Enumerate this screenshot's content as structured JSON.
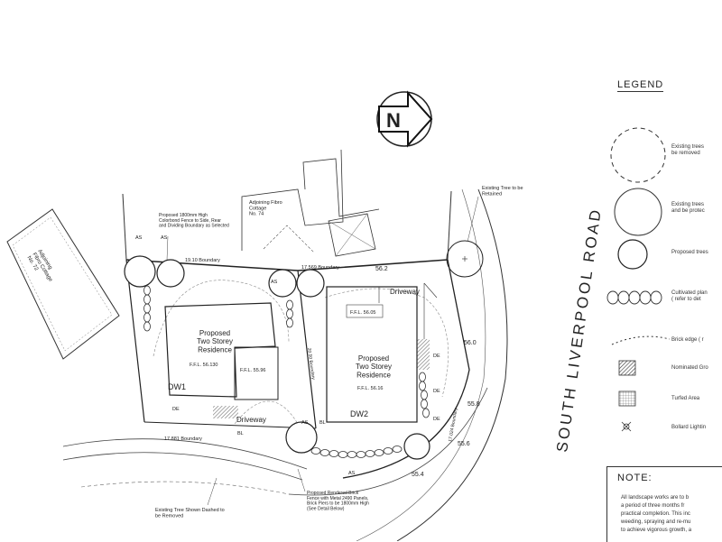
{
  "north_arrow": {
    "label": "N"
  },
  "road": {
    "name": "SOUTH LIVERPOOL ROAD"
  },
  "lots": {
    "left": {
      "title": "Proposed\nTwo Storey\nResidence",
      "ffl": "F.F.L. 56.130",
      "garage_ffl": "F.F.L. 55.96",
      "driveway_code": "DW1",
      "driveway_label": "Driveway"
    },
    "right": {
      "title": "Proposed\nTwo Storey\nResidence",
      "ffl": "F.F.L. 56.16",
      "garage_ffl": "F.F.L. 56.05",
      "driveway_code": "DW2",
      "driveway_label": "Driveway"
    }
  },
  "labels": {
    "adjoining_cottage": "Adjoining Fibro\nCottage\nNo. 74",
    "adjoining_left": "Adjoining\nFibro Cottage\nNo. 72",
    "boundary_top_left": "19.10 Boundary",
    "boundary_top_right": "17.569 Boundary",
    "boundary_bottom": "17.881 Boundary",
    "boundary_mid": "20.50 Boundary",
    "boundary_right": "17.024 Boundary",
    "fence_note": "Proposed 1800mm High\nColorbond Fence to Side, Rear\nand Dividing Boundary as Selected",
    "existing_tree_retained": "Existing Tree to be\nRetained",
    "existing_tree_removed": "Existing Tree Shown Dashed to\nbe Removed",
    "brick_fence_note": "Proposed Rendered Brick\nFence with Metal 2490 Panels,\nBrick Piers to be 1800mm High\n(See Detail Below)",
    "levels": [
      "56.2",
      "56.0",
      "55.8",
      "55.6",
      "55.4"
    ],
    "tree_codes": [
      "AS",
      "AS",
      "AS",
      "AS",
      "AS"
    ],
    "side_codes": [
      "DE",
      "DE",
      "BL",
      "BL",
      "DE",
      "DE"
    ]
  },
  "legend": {
    "title": "LEGEND",
    "items": [
      {
        "label": "Existing trees\nbe removed",
        "icon": "dashed-circle-icon"
      },
      {
        "label": "Existing trees\nand be protec",
        "icon": "circle-icon"
      },
      {
        "label": "Proposed trees",
        "icon": "shaded-circle-icon"
      },
      {
        "label": "Cultivated plan\n( refer to det",
        "icon": "shrub-row-icon"
      },
      {
        "label": "Brick edge ( r",
        "icon": "dashed-arc-icon"
      },
      {
        "label": "Nominated Gro",
        "icon": "hatched-square-icon"
      },
      {
        "label": "Turfed Area",
        "icon": "grid-square-icon"
      },
      {
        "label": "Bollard Lightin",
        "icon": "bollard-icon"
      }
    ]
  },
  "note": {
    "title": "NOTE:",
    "text": "All landscape works are to b\na period of three months fr\npractical completion. This inc\nweeding, spraying and re-mu\nto achieve vigorous growth, a"
  }
}
